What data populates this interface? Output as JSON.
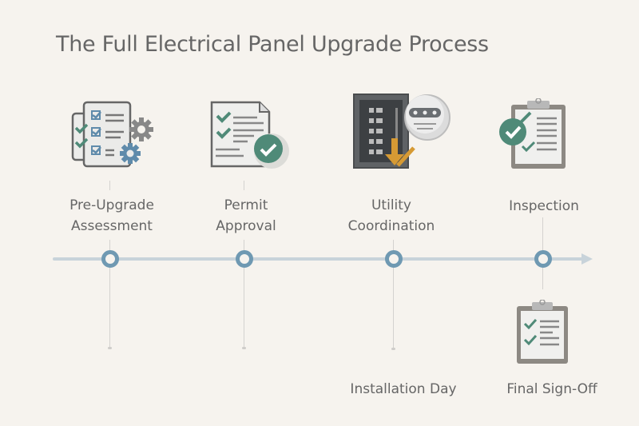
{
  "title": "The Full Electrical Panel Upgrade Process",
  "colors": {
    "background": "#f6f3ee",
    "axis": "#c8d3da",
    "node": "#6f99b2",
    "check_green": "#4f8a78",
    "gear_blue": "#5f8bab",
    "gear_gray": "#888888",
    "text": "#666666"
  },
  "steps": [
    {
      "label_line1": "Pre-Upgrade",
      "label_line2": "Assessment",
      "icon": "checklist-gears-icon",
      "position": "above"
    },
    {
      "label_line1": "Permit",
      "label_line2": "Approval",
      "icon": "approved-document-icon",
      "position": "above"
    },
    {
      "label_line1": "Utility",
      "label_line2": "Coordination",
      "icon": "electrical-panel-meter-icon",
      "position": "above"
    },
    {
      "label_line1": "Inspection",
      "label_line2": "",
      "icon": "clipboard-check-icon",
      "position": "above"
    },
    {
      "label_line1": "Installation Day",
      "label_line2": "",
      "icon": "",
      "position": "below"
    },
    {
      "label_line1": "Final Sign-Off",
      "label_line2": "",
      "icon": "clipboard-checklist-icon",
      "position": "below"
    }
  ]
}
